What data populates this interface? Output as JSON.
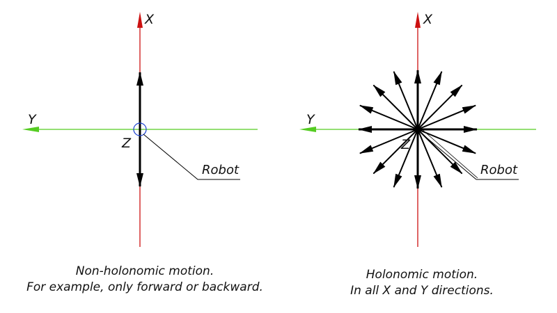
{
  "colors": {
    "x_axis": "#cc1111",
    "y_axis": "#55cc22",
    "arrow": "#000000",
    "robot_marker": "#1a3fd0",
    "leader": "#000000"
  },
  "left_panel": {
    "x_label": "X",
    "y_label": "Y",
    "z_label": "Z",
    "robot_label": "Robot",
    "caption_line1": "Non-holonomic motion.",
    "caption_line2": "For example, only forward or backward."
  },
  "right_panel": {
    "x_label": "X",
    "y_label": "Y",
    "z_label": "Z",
    "robot_label": "Robot",
    "caption_line1": "Holonomic motion.",
    "caption_line2": "In all X and Y directions.",
    "direction_count": 16
  }
}
